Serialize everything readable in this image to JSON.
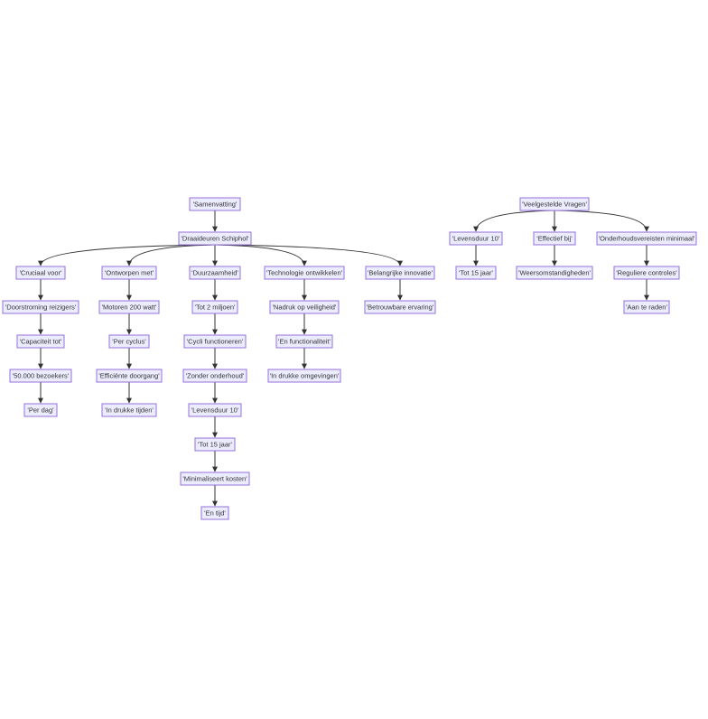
{
  "colors": {
    "node_fill": "#ececff",
    "node_stroke": "#9370db",
    "edge": "#333333",
    "text": "#333333"
  },
  "nodes": [
    {
      "id": "samenvatting",
      "label": "'Samenvatting'"
    },
    {
      "id": "draaideuren",
      "label": "'Draaideuren Schiphol'"
    },
    {
      "id": "cruciaal",
      "label": "'Cruciaal voor'"
    },
    {
      "id": "doorstroming",
      "label": "'Doorstroming reizigers'"
    },
    {
      "id": "capaciteit",
      "label": "'Capaciteit tot'"
    },
    {
      "id": "bezoekers",
      "label": "'50.000 bezoekers'"
    },
    {
      "id": "perdag",
      "label": "'Per dag'"
    },
    {
      "id": "ontworpen",
      "label": "'Ontworpen met'"
    },
    {
      "id": "motoren",
      "label": "'Motoren 200 watt'"
    },
    {
      "id": "percyclus",
      "label": "'Per cyclus'"
    },
    {
      "id": "efficiente",
      "label": "'Efficiënte doorgang'"
    },
    {
      "id": "drukketijden",
      "label": "'In drukke tijden'"
    },
    {
      "id": "duurzaamheid",
      "label": "'Duurzaamheid'"
    },
    {
      "id": "tot2miljoen",
      "label": "'Tot 2 miljoen'"
    },
    {
      "id": "cycli",
      "label": "'Cycli functioneren'"
    },
    {
      "id": "zonderonderhoud",
      "label": "'Zonder onderhoud'"
    },
    {
      "id": "levensduur_a",
      "label": "'Levensduur 10'"
    },
    {
      "id": "tot15_a",
      "label": "'Tot 15 jaar'"
    },
    {
      "id": "minimaliseert",
      "label": "'Minimaliseert kosten'"
    },
    {
      "id": "entijd",
      "label": "'En tijd'"
    },
    {
      "id": "technologie",
      "label": "'Technologie ontwikkelen'"
    },
    {
      "id": "nadruk",
      "label": "'Nadruk op veiligheid'"
    },
    {
      "id": "functionaliteit",
      "label": "'En functionaliteit'"
    },
    {
      "id": "omgevingen",
      "label": "'In drukke omgevingen'"
    },
    {
      "id": "belangrijke",
      "label": "'Belangrijke innovatie'"
    },
    {
      "id": "betrouwbare",
      "label": "'Betrouwbare ervaring'"
    },
    {
      "id": "vragen",
      "label": "'Veelgestelde Vragen'"
    },
    {
      "id": "levensduur_b",
      "label": "'Levensduur 10'"
    },
    {
      "id": "tot15_b",
      "label": "'Tot 15 jaar'"
    },
    {
      "id": "effectief",
      "label": "'Effectief bij'"
    },
    {
      "id": "weersomstandigheden",
      "label": "'Weersomstandigheden'"
    },
    {
      "id": "onderhoud",
      "label": "'Onderhoudsvereisten minimaal'"
    },
    {
      "id": "reguliere",
      "label": "'Reguliere controles'"
    },
    {
      "id": "aanteraden",
      "label": "'Aan te raden'"
    }
  ],
  "edges": [
    [
      "samenvatting",
      "draaideuren"
    ],
    [
      "draaideuren",
      "cruciaal"
    ],
    [
      "draaideuren",
      "ontworpen"
    ],
    [
      "draaideuren",
      "duurzaamheid"
    ],
    [
      "draaideuren",
      "technologie"
    ],
    [
      "draaideuren",
      "belangrijke"
    ],
    [
      "cruciaal",
      "doorstroming"
    ],
    [
      "doorstroming",
      "capaciteit"
    ],
    [
      "capaciteit",
      "bezoekers"
    ],
    [
      "bezoekers",
      "perdag"
    ],
    [
      "ontworpen",
      "motoren"
    ],
    [
      "motoren",
      "percyclus"
    ],
    [
      "percyclus",
      "efficiente"
    ],
    [
      "efficiente",
      "drukketijden"
    ],
    [
      "duurzaamheid",
      "tot2miljoen"
    ],
    [
      "tot2miljoen",
      "cycli"
    ],
    [
      "cycli",
      "zonderonderhoud"
    ],
    [
      "zonderonderhoud",
      "levensduur_a"
    ],
    [
      "levensduur_a",
      "tot15_a"
    ],
    [
      "tot15_a",
      "minimaliseert"
    ],
    [
      "minimaliseert",
      "entijd"
    ],
    [
      "technologie",
      "nadruk"
    ],
    [
      "nadruk",
      "functionaliteit"
    ],
    [
      "functionaliteit",
      "omgevingen"
    ],
    [
      "belangrijke",
      "betrouwbare"
    ],
    [
      "vragen",
      "levensduur_b"
    ],
    [
      "vragen",
      "effectief"
    ],
    [
      "vragen",
      "onderhoud"
    ],
    [
      "levensduur_b",
      "tot15_b"
    ],
    [
      "effectief",
      "weersomstandigheden"
    ],
    [
      "onderhoud",
      "reguliere"
    ],
    [
      "reguliere",
      "aanteraden"
    ]
  ]
}
